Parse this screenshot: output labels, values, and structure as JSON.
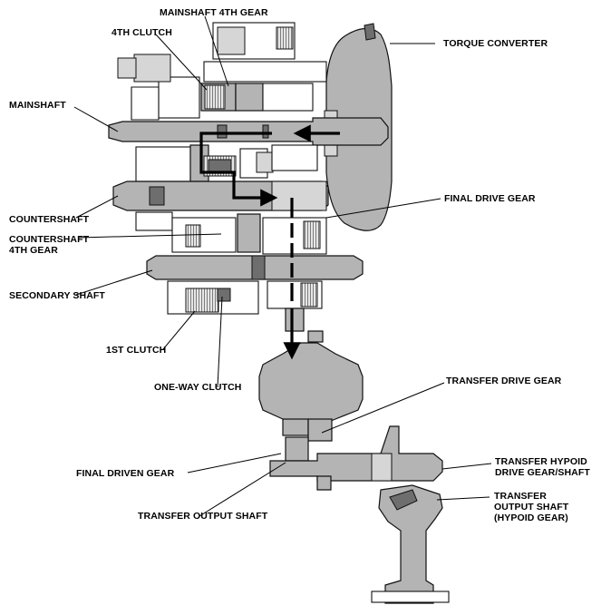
{
  "labels": {
    "mainshaft_4th_gear": "MAINSHAFT 4TH GEAR",
    "fourth_clutch": "4TH CLUTCH",
    "torque_converter": "TORQUE CONVERTER",
    "mainshaft": "MAINSHAFT",
    "final_drive_gear": "FINAL DRIVE GEAR",
    "countershaft": "COUNTERSHAFT",
    "countershaft_4th_gear_line1": "COUNTERSHAFT",
    "countershaft_4th_gear_line2": "4TH GEAR",
    "secondary_shaft": "SECONDARY SHAFT",
    "first_clutch": "1ST CLUTCH",
    "one_way_clutch": "ONE-WAY CLUTCH",
    "transfer_drive_gear": "TRANSFER DRIVE GEAR",
    "final_driven_gear": "FINAL DRIVEN GEAR",
    "transfer_hypoid_line1": "TRANSFER HYPOID",
    "transfer_hypoid_line2": "DRIVE GEAR/SHAFT",
    "transfer_output_shaft": "TRANSFER OUTPUT SHAFT",
    "transfer_output_hypoid_line1": "TRANSFER",
    "transfer_output_hypoid_line2": "OUTPUT SHAFT",
    "transfer_output_hypoid_line3": "(HYPOID GEAR)"
  }
}
